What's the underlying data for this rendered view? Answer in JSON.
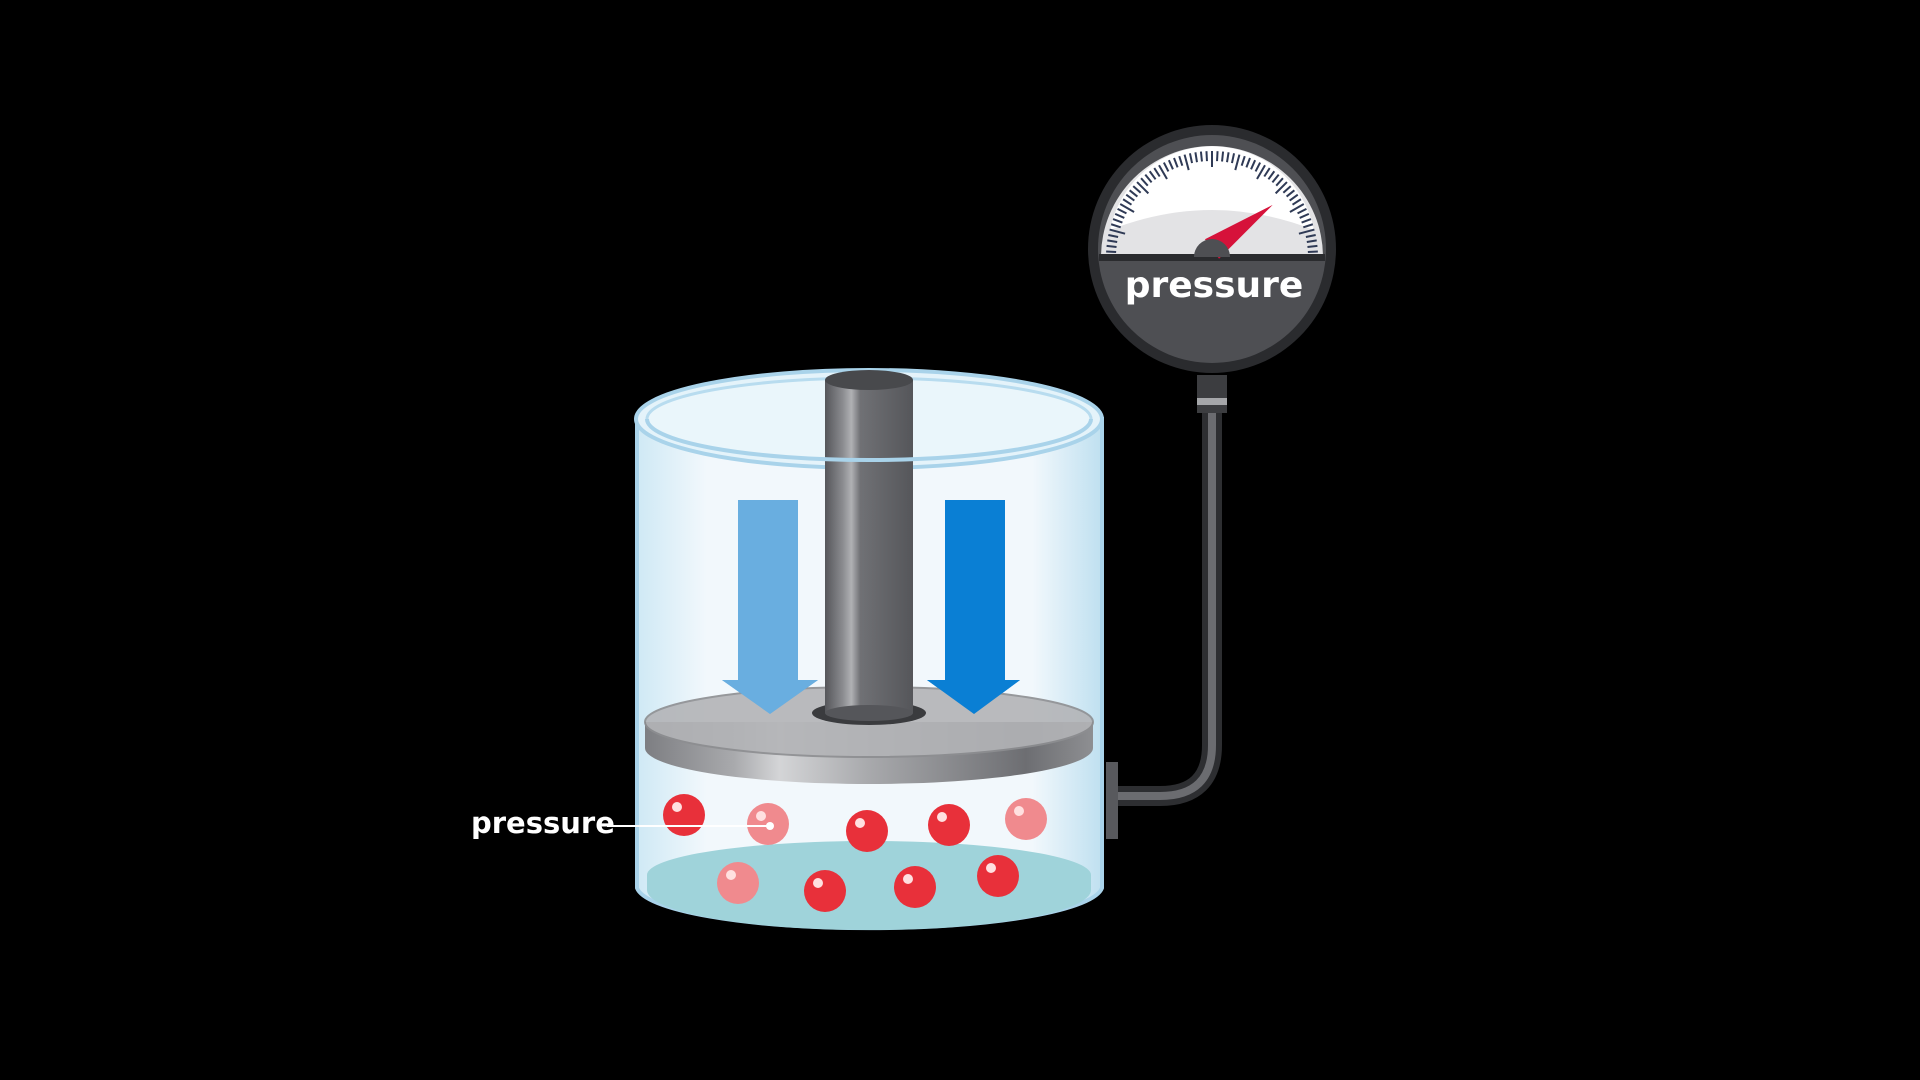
{
  "diagram": {
    "side_label": "pressure",
    "gauge_label": "pressure",
    "gauge_reading_fraction": 0.8,
    "particle_count": 9,
    "colors": {
      "background": "#000000",
      "arrow_light": "#69aee0",
      "arrow_dark": "#0a7fd4",
      "particle": "#e8303a",
      "needle": "#d6123a",
      "gauge_body": "#4e4f53",
      "liquid": "#9fd3da"
    }
  }
}
